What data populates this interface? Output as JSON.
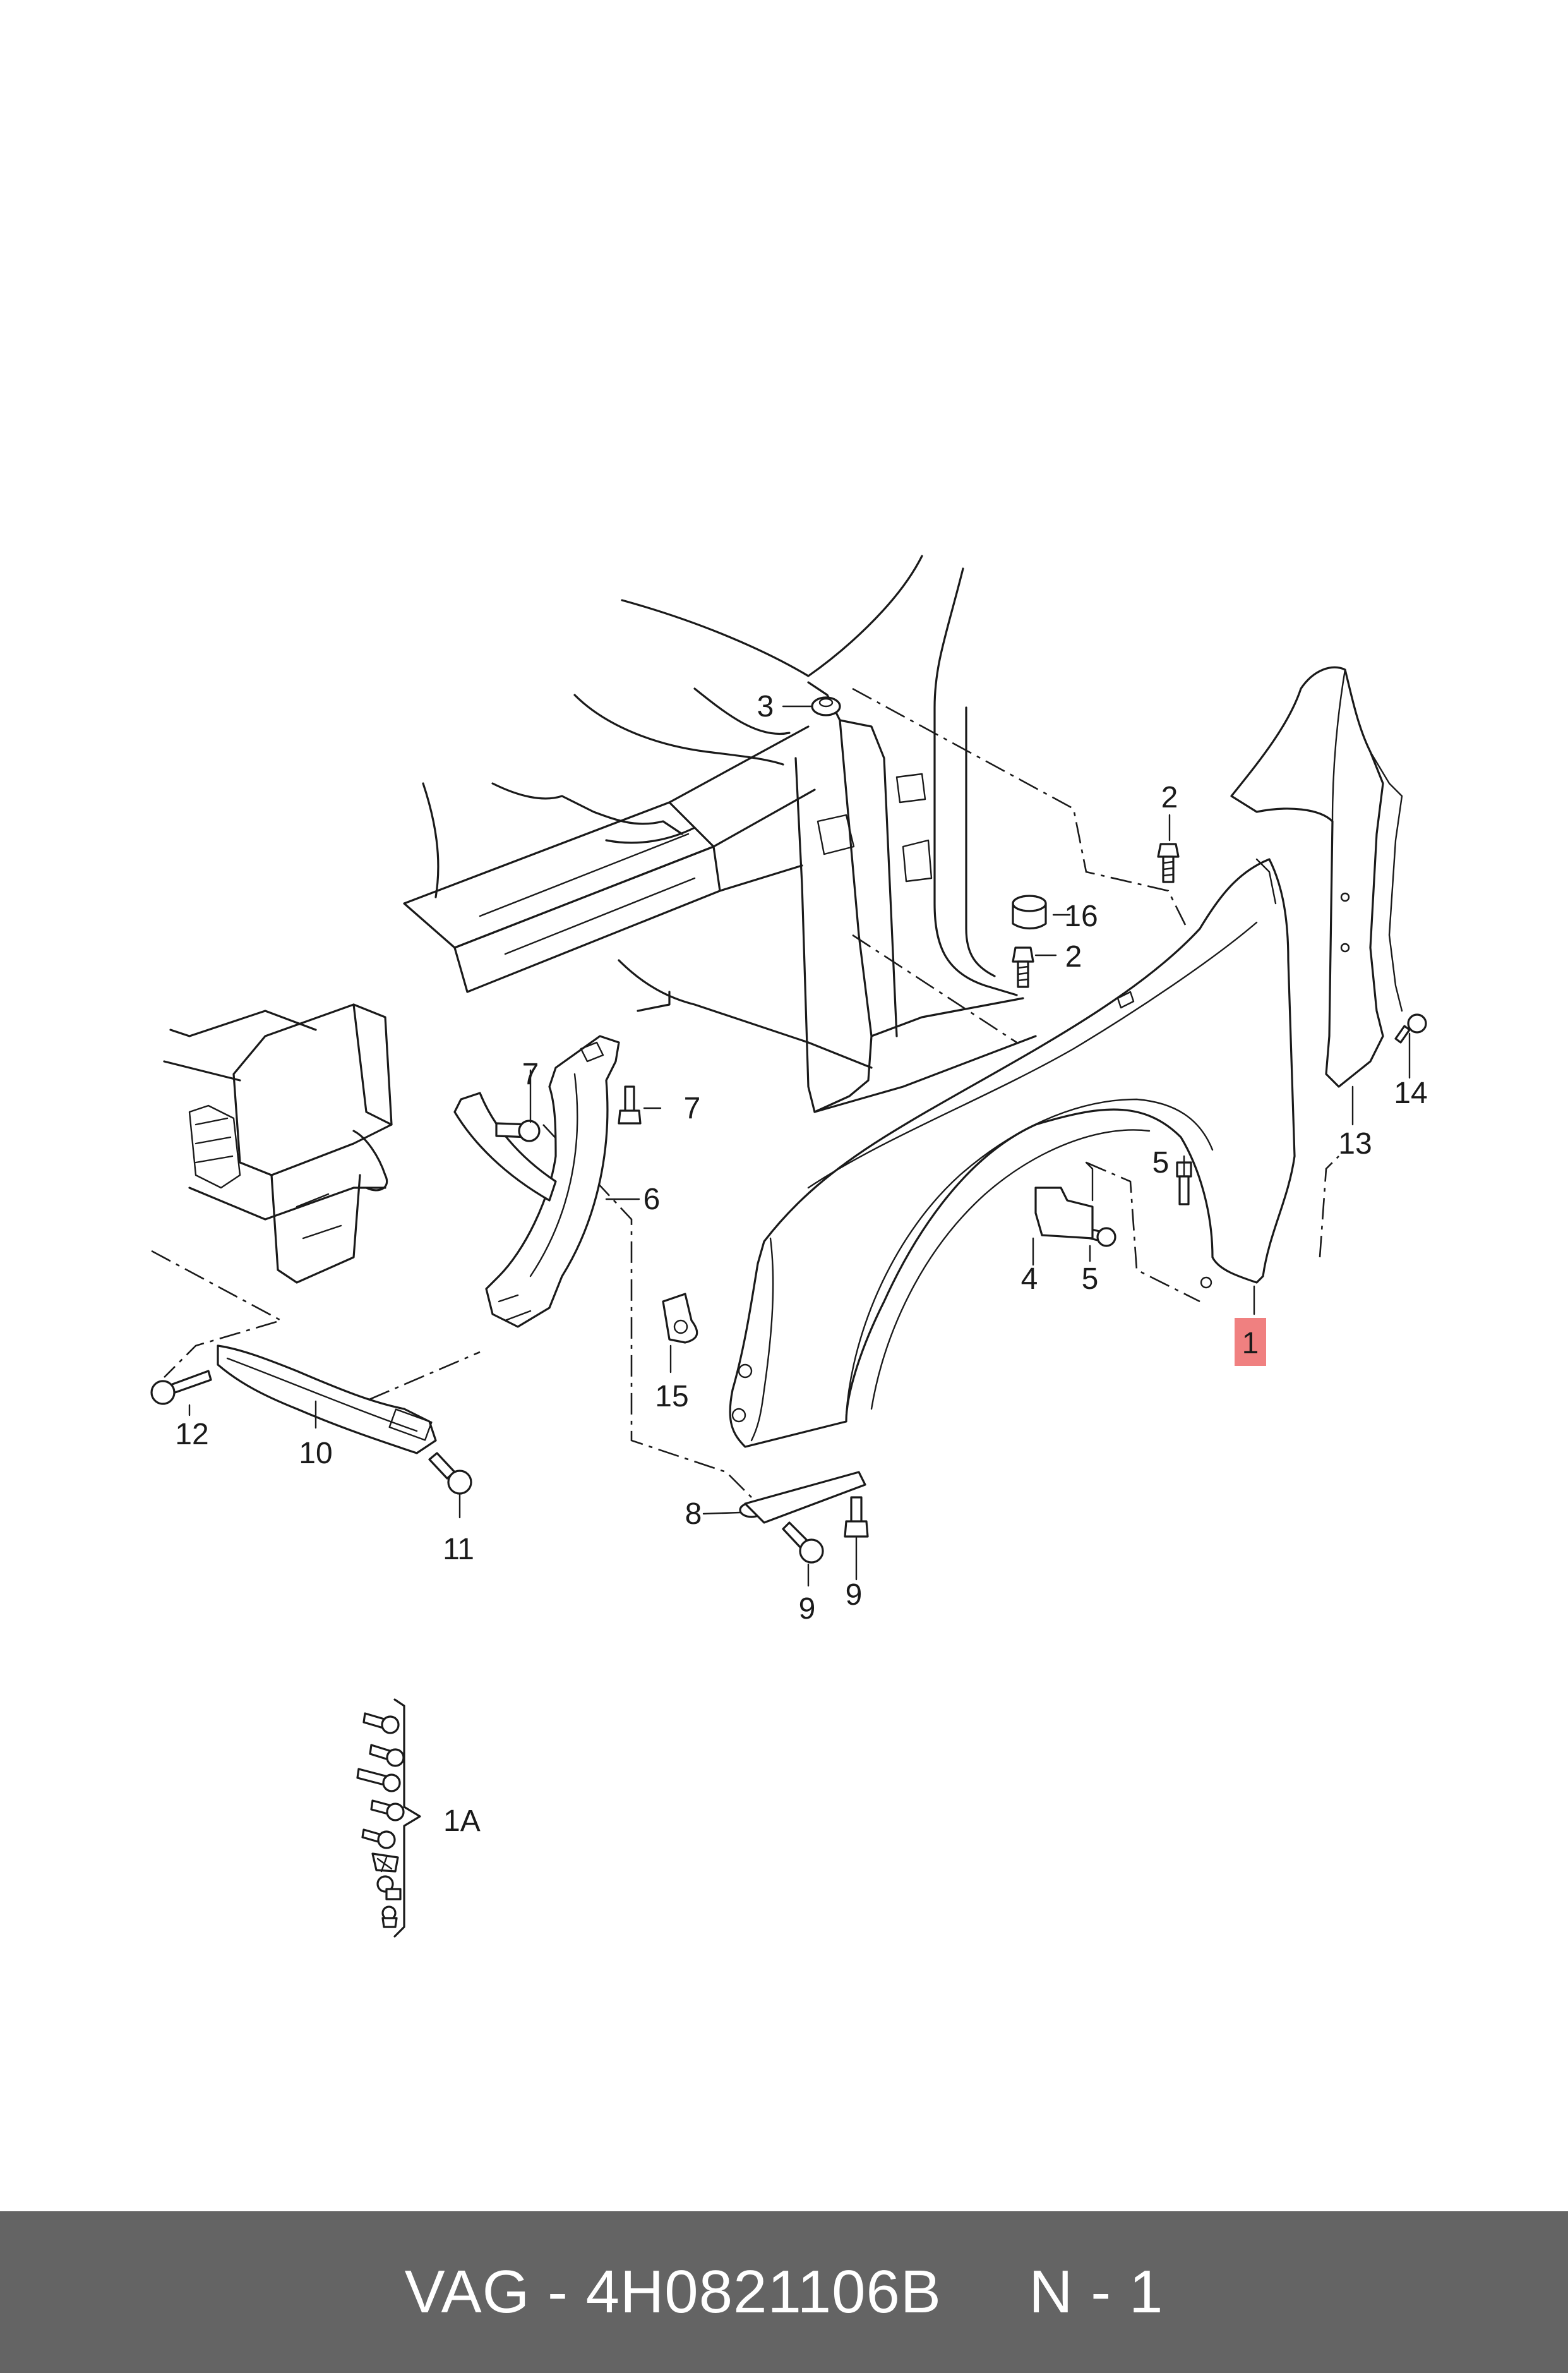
{
  "diagram": {
    "callouts": {
      "c1": "1",
      "c1a": "1A",
      "c2a": "2",
      "c2b": "2",
      "c3": "3",
      "c4": "4",
      "c5a": "5",
      "c5b": "5",
      "c6": "6",
      "c7a": "7",
      "c7b": "7",
      "c8": "8",
      "c9a": "9",
      "c9b": "9",
      "c10": "10",
      "c11": "11",
      "c12": "12",
      "c13": "13",
      "c14": "14",
      "c15": "15",
      "c16": "16"
    },
    "highlight_color": "#f08080"
  },
  "footer": {
    "text": "VAG - 4H0821106B     N - 1",
    "background": "#646464"
  }
}
